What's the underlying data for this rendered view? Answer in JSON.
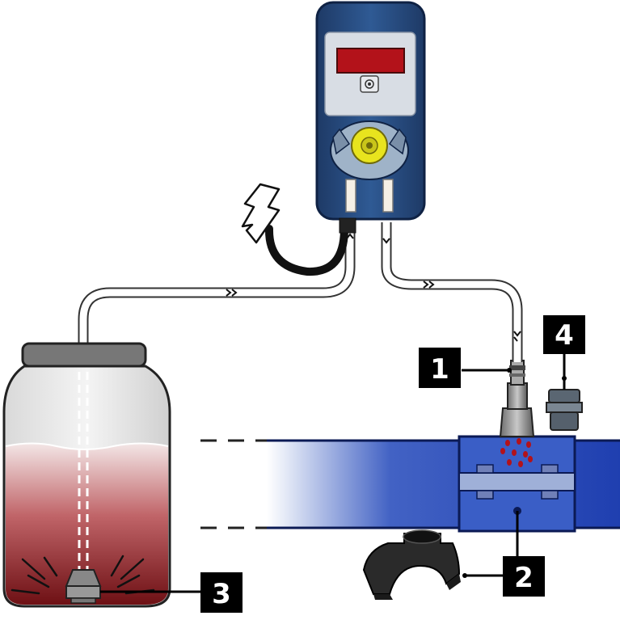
{
  "callouts": [
    {
      "id": "1",
      "label": "1",
      "part": "injection-valve"
    },
    {
      "id": "2",
      "label": "2",
      "part": "pipe-clamp-saddle"
    },
    {
      "id": "3",
      "label": "3",
      "part": "foot-valve"
    },
    {
      "id": "4",
      "label": "4",
      "part": "adapter-fitting"
    }
  ],
  "pump": {
    "display_value": "",
    "button_symbol": "power-button"
  },
  "icons": {
    "power_supply": "lightning-bolt-icon",
    "flow_direction": "chevron-arrow"
  },
  "colors": {
    "pump_body": "#2c5288",
    "pump_dark": "#1e3a66",
    "display_red": "#b3121a",
    "pipe_blue": "#1f3fb0",
    "fitting_blue": "#4060c8",
    "tank_liquid_dark": "#7a1418",
    "tank_liquid_light": "#f0e0e0",
    "tank_glass": "#eeeeee",
    "callout_bg": "#000000",
    "drops": "#b3121a",
    "rotor_yellow": "#e8e41e"
  }
}
